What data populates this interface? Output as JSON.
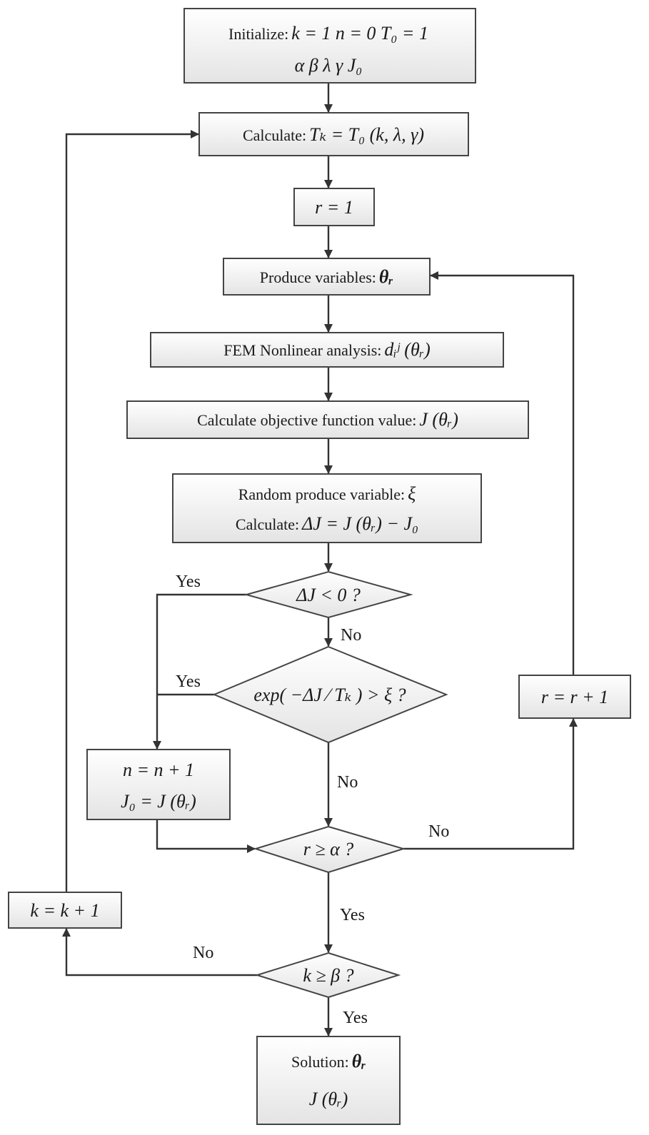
{
  "nodes": {
    "init": {
      "label": "Initialize:",
      "math1": "k = 1  n = 0  T₀ = 1",
      "math2": "α   β   λ   γ   J₀"
    },
    "calc_t": {
      "label": "Calculate:",
      "math": "Tₖ = T₀ (k, λ, γ)"
    },
    "r_init": {
      "math": "r = 1"
    },
    "produce": {
      "label": "Produce variables:",
      "math": "θᵣ"
    },
    "fem": {
      "label": "FEM Nonlinear analysis:",
      "math": "dᵢʲ (θᵣ)"
    },
    "objective": {
      "label": "Calculate objective function value:",
      "math": "J (θᵣ)"
    },
    "random": {
      "label1": "Random produce variable:",
      "math1": "ξ",
      "label2": "Calculate:",
      "math2": "ΔJ = J (θᵣ) − J₀"
    },
    "dec_dj": {
      "math": "ΔJ < 0 ?"
    },
    "dec_exp": {
      "math": "exp( −ΔJ ⁄ Tₖ ) > ξ ?"
    },
    "accept": {
      "math1": "n = n + 1",
      "math2": "J₀ = J (θᵣ)"
    },
    "dec_r": {
      "math": "r ≥ α ?"
    },
    "r_inc": {
      "math": "r = r + 1"
    },
    "k_inc": {
      "math": "k = k + 1"
    },
    "dec_k": {
      "math": "k ≥ β ?"
    },
    "solution": {
      "label": "Solution:",
      "math1": "θᵣ",
      "math2": "J (θᵣ)"
    }
  },
  "edge_labels": {
    "dj_yes": "Yes",
    "dj_no": "No",
    "exp_yes": "Yes",
    "exp_no": "No",
    "r_no": "No",
    "r_yes": "Yes",
    "k_no": "No",
    "k_yes": "Yes"
  }
}
